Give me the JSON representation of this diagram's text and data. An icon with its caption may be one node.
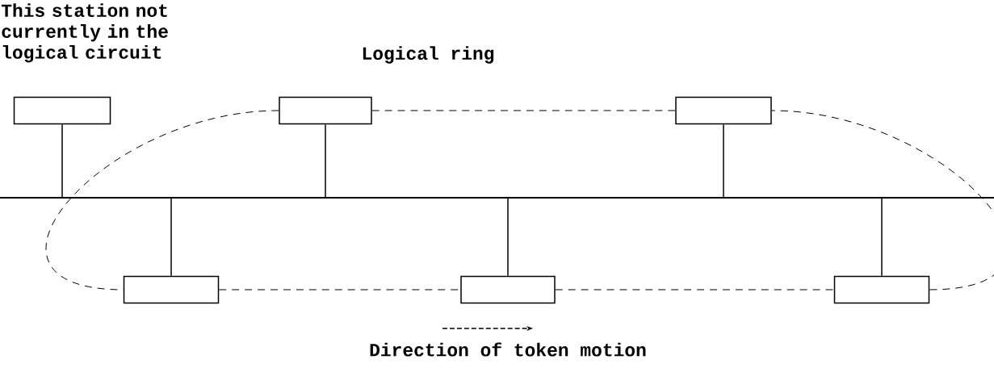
{
  "diagram": {
    "nodes": [
      {
        "text": [],
        "shape": "box",
        "beside": [
          "This station not currently in the logical circuit"
        ]
      },
      {
        "text": [],
        "shape": "box"
      },
      {
        "text": [],
        "shape": "box"
      },
      {
        "text": [],
        "shape": "box"
      },
      {
        "text": [],
        "shape": "box"
      },
      {
        "text": [],
        "shape": "box"
      },
      {
        "text": [],
        "shape": "bar"
      }
    ],
    "edges": [
      {
        "from": 0,
        "to": 6,
        "arrow": "none"
      },
      {
        "from": 1,
        "to": 6,
        "arrow": "none"
      },
      {
        "from": 2,
        "to": 6,
        "arrow": "none"
      },
      {
        "from": 3,
        "to": 6,
        "arrow": "none"
      },
      {
        "from": 4,
        "to": 6,
        "arrow": "none"
      },
      {
        "from": 5,
        "to": 6,
        "arrow": "none"
      },
      {
        "from": 3,
        "to": 4,
        "arrow": "none",
        "style": "dashed"
      },
      {
        "from": 4,
        "to": 5,
        "arrow": "none",
        "style": "dashed"
      },
      {
        "from": 5,
        "to": 2,
        "arrow": "none",
        "style": "dashed"
      },
      {
        "from": 2,
        "to": 1,
        "arrow": "none",
        "style": "dashed"
      },
      {
        "from": 1,
        "to": 3,
        "arrow": "none",
        "style": "dashed"
      }
    ],
    "labels": [
      "Logical ring"
    ],
    "legend": [
      {
        "text": "Direction of token motion"
      }
    ]
  }
}
